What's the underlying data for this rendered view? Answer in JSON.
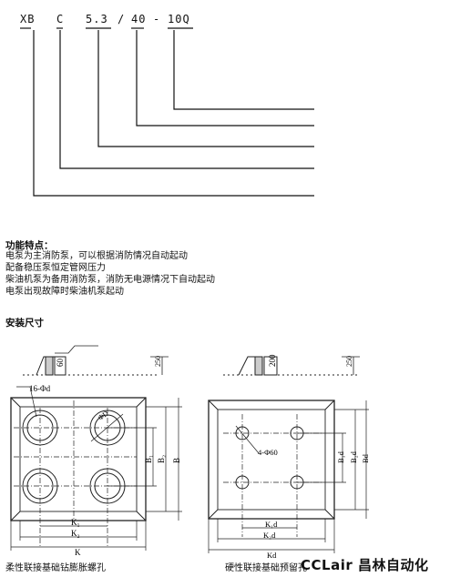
{
  "model_code": {
    "parts": [
      "XB",
      "C",
      "5.3",
      "/",
      "40",
      "-",
      "10Q"
    ]
  },
  "features": {
    "title": "功能特点：",
    "lines": [
      "电泵为主消防泵，可以根据消防情况自动起动",
      "配备稳压泵恒定管网压力",
      "柴油机泵为备用消防泵，消防无电源情况下自动起动",
      "电泵出现故障时柴油机泵起动"
    ]
  },
  "install": {
    "title": "安装尺寸",
    "left": {
      "depth": "60",
      "height": "250",
      "holes": "16-Φd",
      "diameter": "ΦD",
      "dims": {
        "b1": "B₁",
        "b2": "B₂",
        "b": "B",
        "k1": "K₁",
        "k2": "K₂",
        "k": "K"
      },
      "caption": "柔性联接基础钻膨胀螺孔"
    },
    "right": {
      "depth": "200",
      "height": "250",
      "holes": "4-Φ60",
      "dims": {
        "b1": "B₁d",
        "b2": "B₂d",
        "b": "Bd",
        "k1": "K₁d",
        "k2": "K₂d",
        "k": "Kd"
      },
      "caption": "硬性联接基础预留孔"
    }
  },
  "brand": "CCLair 昌林自动化"
}
